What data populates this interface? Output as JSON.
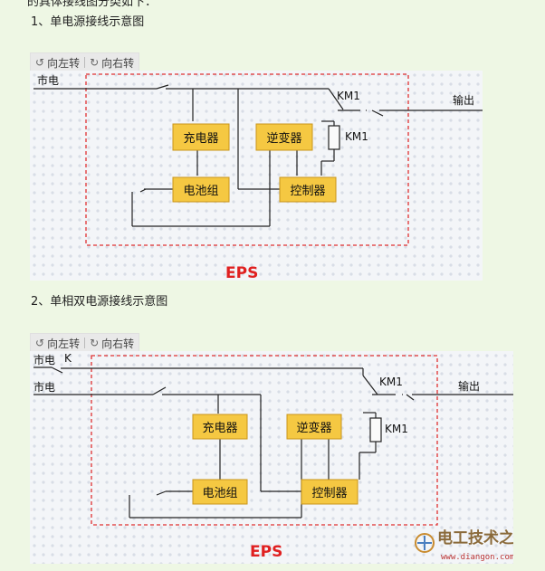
{
  "intro_text": "的具体接线图分类如下：",
  "section1": {
    "heading": "1、单电源接线示意图",
    "toolbar": {
      "rotate_left": "向左转",
      "rotate_right": "向右转"
    },
    "diagram": {
      "mains": "市电",
      "km1": "KM1",
      "km1_coil": "KM1",
      "output": "输出",
      "charger": "充电器",
      "inverter": "逆变器",
      "battery": "电池组",
      "controller": "控制器",
      "eps": "EPS"
    }
  },
  "section2": {
    "heading": "2、单相双电源接线示意图",
    "toolbar": {
      "rotate_left": "向左转",
      "rotate_right": "向右转"
    },
    "diagram": {
      "mains1": "市电",
      "k": "K",
      "mains2": "市电",
      "km1": "KM1",
      "km1_coil": "KM1",
      "output": "输出",
      "charger": "充电器",
      "inverter": "逆变器",
      "battery": "电池组",
      "controller": "控制器",
      "eps": "EPS"
    }
  },
  "watermark": {
    "site": "电工技术之家",
    "url": "www.diangon.com"
  },
  "colors": {
    "box_fill": "#f5c842",
    "box_border": "#c9951a",
    "dashed_frame": "#e03030",
    "eps_text": "#e02020",
    "page_bg": "#eef7e4"
  }
}
